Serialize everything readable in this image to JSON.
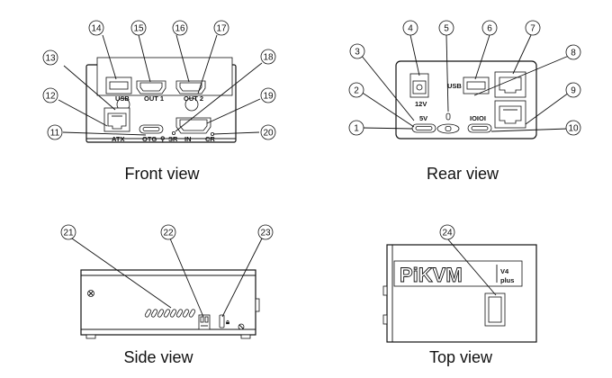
{
  "views": {
    "front": "Front view",
    "rear": "Rear view",
    "side": "Side view",
    "top": "Top view"
  },
  "port_labels": {
    "usb_front": "USB",
    "out1": "OUT 1",
    "out2": "OUT 2",
    "atx": "ATX",
    "otg": "OTG",
    "sr": "SR",
    "in": "IN",
    "cr": "CR",
    "v12": "12V",
    "usb_rear": "USB",
    "v5": "5V",
    "ioioi": "IOIOI"
  },
  "logo": {
    "main": "PiKVM",
    "version": "V4",
    "edition": "plus"
  },
  "callouts": [
    "1",
    "2",
    "3",
    "4",
    "5",
    "6",
    "7",
    "8",
    "9",
    "10",
    "11",
    "12",
    "13",
    "14",
    "15",
    "16",
    "17",
    "18",
    "19",
    "20",
    "21",
    "22",
    "23",
    "24"
  ]
}
